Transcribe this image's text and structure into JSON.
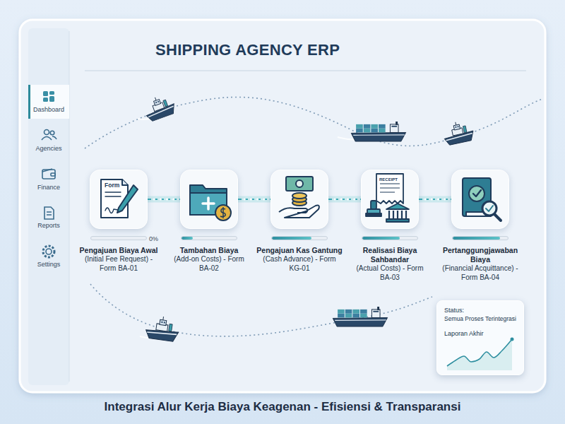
{
  "diagram": {
    "title": "SHIPPING AGENCY ERP",
    "caption": "Integrasi Alur Kerja Biaya Keagenan - Efisiensi & Transparansi",
    "nodes": [
      {
        "text": [
          "Pengajuan Biaya Awal",
          "(Initial Fee Request) - Form BA-01"
        ]
      },
      {
        "text": [
          "Tambahan Biaya",
          "(Add-on Costs) - Form BA-02"
        ]
      },
      {
        "text": [
          "Pengajuan Kas Gantung",
          "(Cash Advance) - Form KG-01"
        ]
      },
      {
        "text": [
          "Realisasi Biaya Sahbandar",
          "(Actual Costs) - Form BA-03"
        ]
      },
      {
        "text": [
          "Pertanggungjawaban Biaya",
          "(Financial Acquittance) - Form BA-04"
        ]
      },
      {
        "text": [
          "Status:",
          "Semua Proses Terintegrasi",
          "Laporan Akhir"
        ]
      }
    ],
    "edges": [
      {
        "from": 0,
        "to": 1,
        "arrow": "none"
      },
      {
        "from": 1,
        "to": 2,
        "arrow": "none"
      },
      {
        "from": 2,
        "to": 3,
        "arrow": "none"
      },
      {
        "from": 3,
        "to": 4,
        "arrow": "none"
      }
    ],
    "labels": [
      "Dashboard",
      "Agencies",
      "Finance",
      "Reports",
      "Settings",
      "Form",
      "0%",
      "RECEIPT"
    ]
  }
}
